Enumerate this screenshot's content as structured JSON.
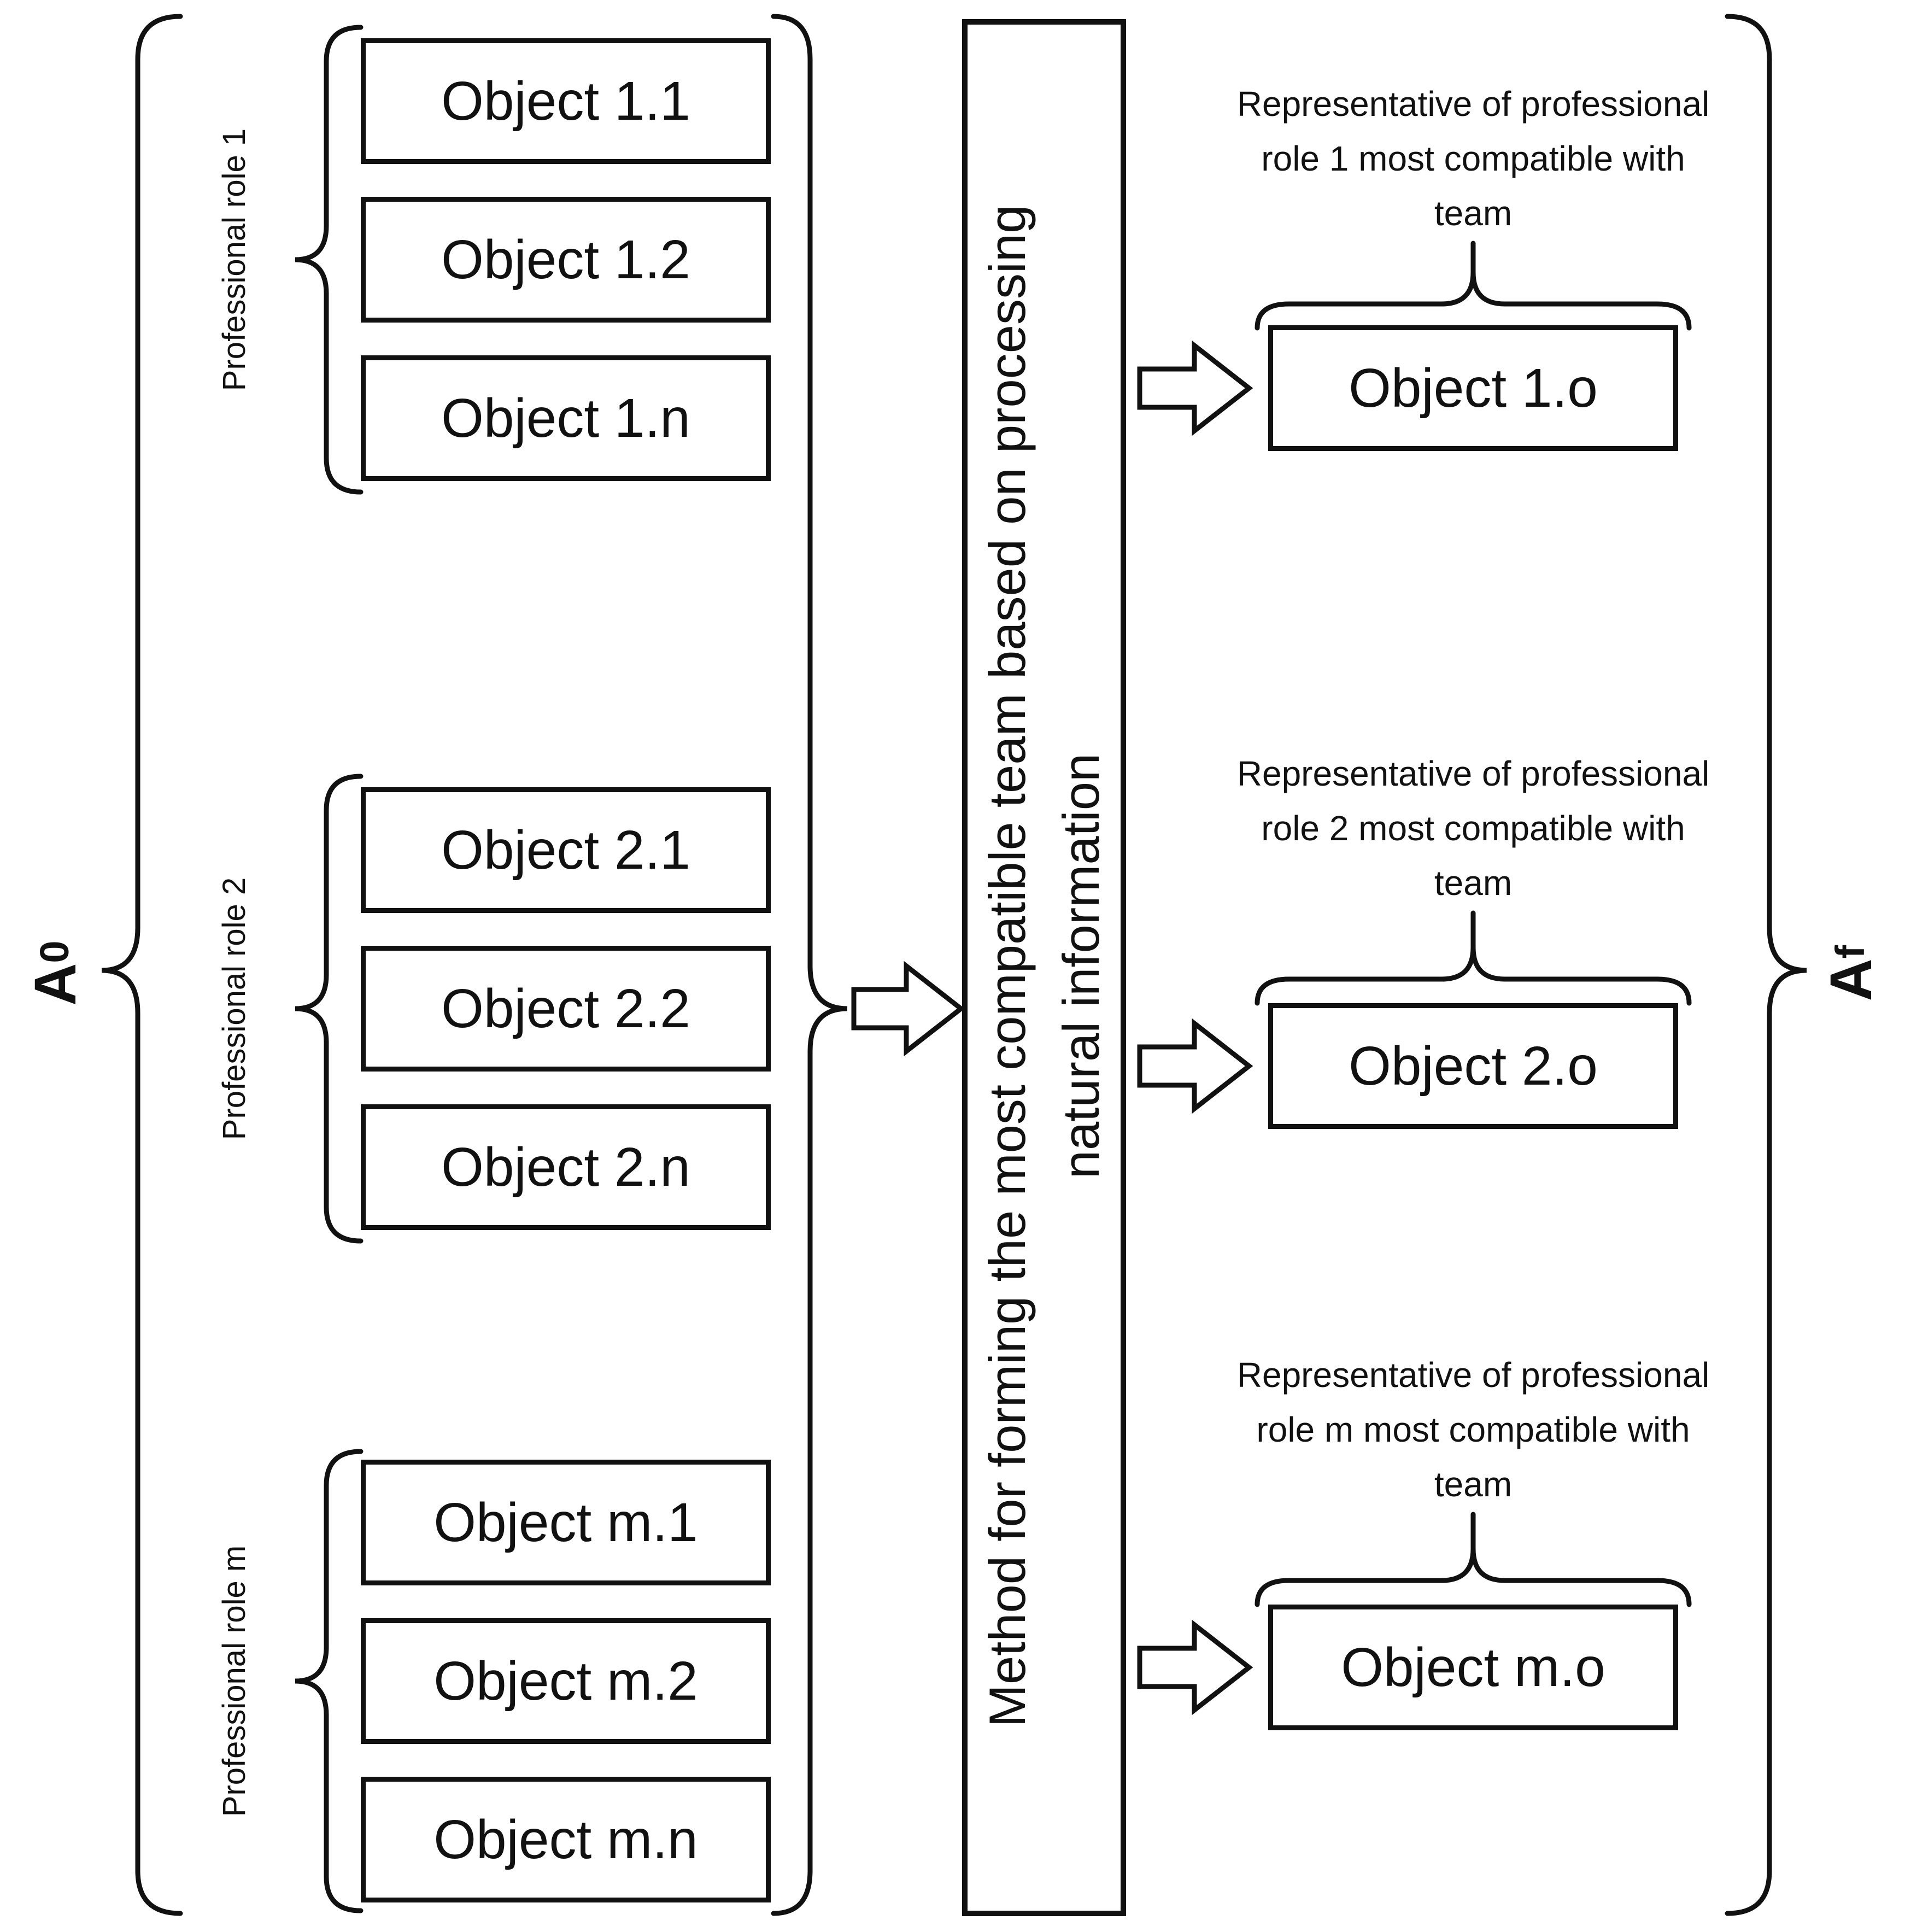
{
  "colors": {
    "stroke": "#111111",
    "background": "#ffffff"
  },
  "left_set_label": {
    "base": "A",
    "subscript": "0"
  },
  "right_set_label": {
    "base": "A",
    "subscript": "f"
  },
  "method_box": {
    "line1": "Method for forming the most compatible team based on processing",
    "line2": "natural information"
  },
  "groups": [
    {
      "role_label": "Professional role 1",
      "objects": [
        "Object 1.1",
        "Object 1.2",
        "Object 1.n"
      ]
    },
    {
      "role_label": "Professional role 2",
      "objects": [
        "Object 2.1",
        "Object 2.2",
        "Object 2.n"
      ]
    },
    {
      "role_label": "Professional role m",
      "objects": [
        "Object m.1",
        "Object m.2",
        "Object m.n"
      ]
    }
  ],
  "outputs": [
    {
      "caption_lines": [
        "Representative of professional",
        "role 1 most compatible with",
        "team"
      ],
      "object": "Object 1.o"
    },
    {
      "caption_lines": [
        "Representative of professional",
        "role 2 most compatible with",
        "team"
      ],
      "object": "Object 2.o"
    },
    {
      "caption_lines": [
        "Representative of professional",
        "role m most compatible with",
        "team"
      ],
      "object": "Object m.o"
    }
  ]
}
